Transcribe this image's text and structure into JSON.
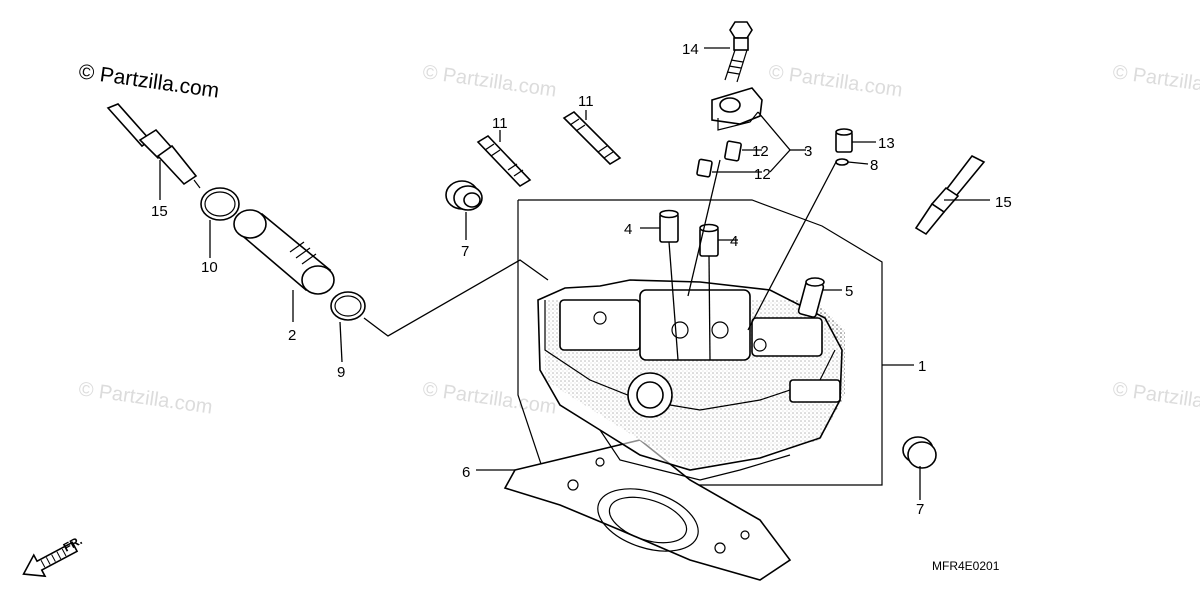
{
  "brand": {
    "text": "© Partzilla.com"
  },
  "watermarks": [
    "© Partzilla.com",
    "© Partzilla.com",
    "© Partzilla.com",
    "© Partzilla.com",
    "© Partzilla.com",
    "© Partzilla.com"
  ],
  "diagram_code": "MFR4E0201",
  "direction": {
    "label": "FR.",
    "icon": "front-direction-arrow-icon"
  },
  "callouts": {
    "c1": "1",
    "c2": "2",
    "c3": "3",
    "c4a": "4",
    "c4b": "4",
    "c5": "5",
    "c6": "6",
    "c7a": "7",
    "c7b": "7",
    "c8": "8",
    "c9": "9",
    "c10": "10",
    "c11a": "11",
    "c11b": "11",
    "c12a": "12",
    "c12b": "12",
    "c13": "13",
    "c14": "14",
    "c15a": "15",
    "c15b": "15"
  },
  "parts": [
    {
      "ref": "1",
      "name": "cylinder-head"
    },
    {
      "ref": "2",
      "name": "tube"
    },
    {
      "ref": "3",
      "name": "tensioner-lifter-holder"
    },
    {
      "ref": "4",
      "name": "dowel-pin"
    },
    {
      "ref": "5",
      "name": "oil-jet"
    },
    {
      "ref": "6",
      "name": "head-gasket"
    },
    {
      "ref": "7",
      "name": "sealing-cap"
    },
    {
      "ref": "8",
      "name": "o-ring-small"
    },
    {
      "ref": "9",
      "name": "o-ring"
    },
    {
      "ref": "10",
      "name": "o-ring"
    },
    {
      "ref": "11",
      "name": "stud-bolt"
    },
    {
      "ref": "12",
      "name": "dowel-pin-small"
    },
    {
      "ref": "13",
      "name": "collar"
    },
    {
      "ref": "14",
      "name": "bolt"
    },
    {
      "ref": "15",
      "name": "spark-plug"
    }
  ]
}
